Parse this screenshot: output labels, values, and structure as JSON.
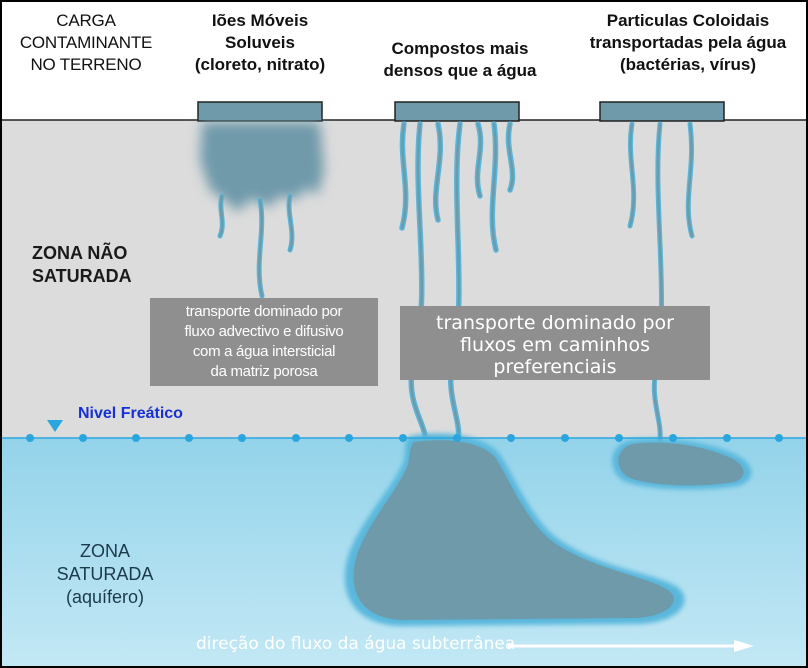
{
  "headers": {
    "load": [
      "CARGA",
      "CONTAMINANTE",
      "NO TERRENO"
    ],
    "ions": [
      "Iões Móveis",
      "Soluveis",
      "(cloreto, nitrato)"
    ],
    "dense": [
      "Compostos mais",
      "densos que a água"
    ],
    "colloids": [
      "Particulas Coloidais",
      "transportadas pela água",
      "(bactérias, vírus)"
    ]
  },
  "zones": {
    "unsaturated": [
      "ZONA NÃO",
      "SATURADA"
    ],
    "saturated": [
      "ZONA",
      "SATURADA",
      "(aquífero)"
    ]
  },
  "transport": {
    "matrix": [
      "transporte dominado por",
      "fluxo advectivo e difusivo",
      "com a água intersticial",
      "da matriz porosa"
    ],
    "preferential": [
      "transporte dominado por",
      "fluxos em caminhos",
      "preferenciais"
    ]
  },
  "water_table_label": "Nivel Freático",
  "flow_label": "direção do fluxo da água subterrânea",
  "colors": {
    "ground": "#dcdcdc",
    "water_top": "#93d3ea",
    "water_bottom": "#bfe6f4",
    "contaminant": "#6f9aaa",
    "contaminant_edge": "#55b8dc",
    "text_box": "#8f8f8f",
    "water_table": "#2aa6de",
    "water_table_label": "#1530d6"
  }
}
